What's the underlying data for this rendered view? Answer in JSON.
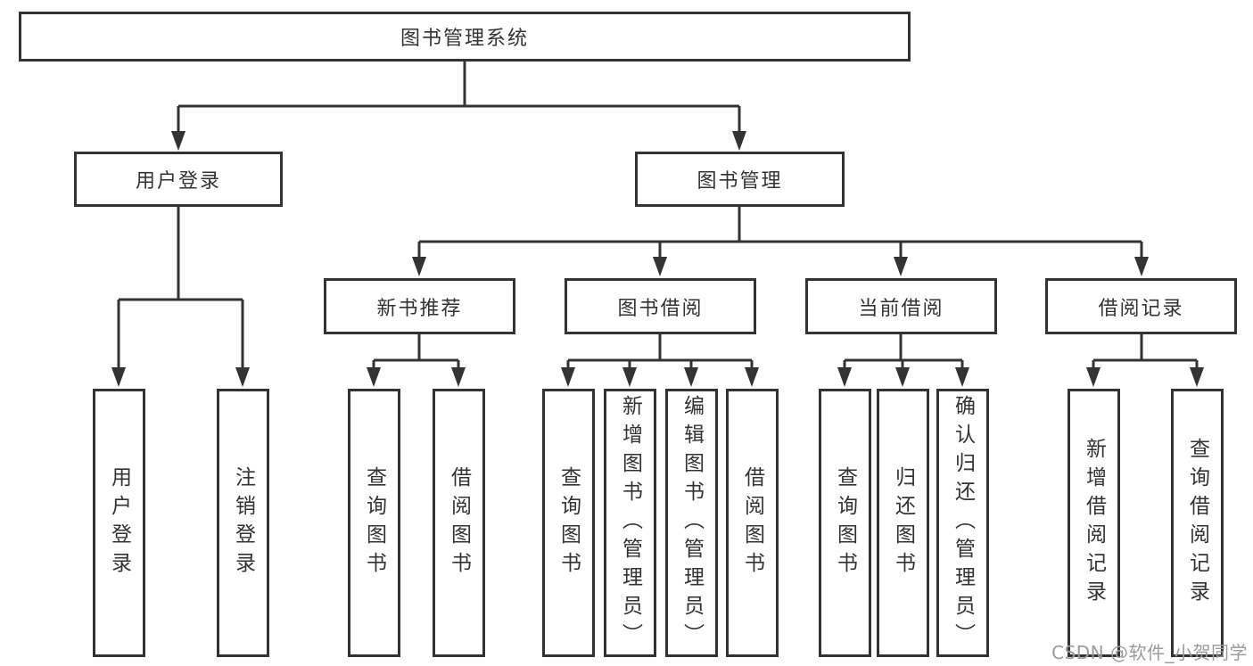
{
  "diagram": {
    "title": "图书管理系统",
    "tree": {
      "label": "图书管理系统",
      "children": [
        {
          "label": "用户登录",
          "children": [
            {
              "label": "用户登录"
            },
            {
              "label": "注销登录"
            }
          ]
        },
        {
          "label": "图书管理",
          "children": [
            {
              "label": "新书推荐",
              "children": [
                {
                  "label": "查询图书"
                },
                {
                  "label": "借阅图书"
                }
              ]
            },
            {
              "label": "图书借阅",
              "children": [
                {
                  "label": "查询图书"
                },
                {
                  "label": "新增图书（管理员）"
                },
                {
                  "label": "编辑图书（管理员）"
                },
                {
                  "label": "借阅图书"
                }
              ]
            },
            {
              "label": "当前借阅",
              "children": [
                {
                  "label": "查询图书"
                },
                {
                  "label": "归还图书"
                },
                {
                  "label": "确认归还（管理员）"
                }
              ]
            },
            {
              "label": "借阅记录",
              "children": [
                {
                  "label": "新增借阅记录"
                },
                {
                  "label": "查询借阅记录"
                }
              ]
            }
          ]
        }
      ]
    },
    "colors": {
      "box_border": "#333333",
      "connector_line": "#333333",
      "text": "#333333",
      "watermark_text": "#9b9b9b",
      "background": "#ffffff"
    }
  },
  "watermark": "CSDN @软件_小贺同学"
}
